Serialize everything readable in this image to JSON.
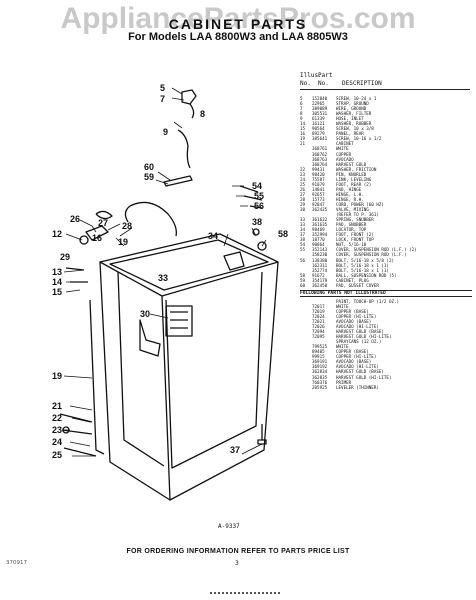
{
  "watermark": "AppliancePartsPros.com",
  "title": "CABINET PARTS",
  "subtitle": "For Models LAA 8800W3 and LAA 8805W3",
  "header": {
    "col_no_top": "Illus.",
    "col_part_top": "Part",
    "col_no": "No.",
    "col_part": "No.",
    "col_desc": "DESCRIPTION"
  },
  "parts": [
    {
      "n": "5",
      "p": "152840",
      "d": "SCREW, 10-24 x 1"
    },
    {
      "n": "6",
      "p": "22965",
      "d": "STRAP, GROUND"
    },
    {
      "n": "7",
      "p": "389089",
      "d": "WIRE, GROUND"
    },
    {
      "n": "8",
      "p": "305531",
      "d": "WASHER, FILTER"
    },
    {
      "n": "9",
      "p": "61339",
      "d": "HOSE, INLET"
    },
    {
      "n": "14",
      "p": "16121",
      "d": "WASHER, RUBBER"
    },
    {
      "n": "15",
      "p": "90564",
      "d": "SCREW, 10 x 3/8"
    },
    {
      "n": "16",
      "p": "89279",
      "d": "PANEL, REAR"
    },
    {
      "n": "19",
      "p": "385641",
      "d": "SCREW, 10-16 x 1/2"
    },
    {
      "n": "21",
      "p": "",
      "d": "CABINET"
    },
    {
      "n": "",
      "p": "368761",
      "d": "WHITE"
    },
    {
      "n": "",
      "p": "368762",
      "d": "COPPER"
    },
    {
      "n": "",
      "p": "368763",
      "d": "AVOCADO"
    },
    {
      "n": "",
      "p": "368764",
      "d": "HARVEST GOLD"
    },
    {
      "n": "22",
      "p": "99431",
      "d": "WASHER, FRICTION"
    },
    {
      "n": "23",
      "p": "98420",
      "d": "PIN, KNURLED"
    },
    {
      "n": "24",
      "p": "75587",
      "d": "LINK, LEVELING"
    },
    {
      "n": "25",
      "p": "91079",
      "d": "FOOT, REAR (2)"
    },
    {
      "n": "26",
      "p": "14841",
      "d": "PAD, HINGE"
    },
    {
      "n": "27",
      "p": "92657",
      "d": "HINGE, L.H."
    },
    {
      "n": "28",
      "p": "15773",
      "d": "HINGE, R.H."
    },
    {
      "n": "29",
      "p": "92847",
      "d": "CORD, POWER (60 HZ)"
    },
    {
      "n": "30",
      "p": "362435",
      "d": "VALVE, MIXING"
    },
    {
      "n": "",
      "p": "",
      "d": "(REFER TO P. 361)"
    },
    {
      "n": "33",
      "p": "361632",
      "d": "SPRING, SNUBBER"
    },
    {
      "n": "33",
      "p": "361635",
      "d": "PAD, SNUBBER"
    },
    {
      "n": "34",
      "p": "98469",
      "d": "LOCATOR, TOP"
    },
    {
      "n": "37",
      "p": "352994",
      "d": "FOOT, FRONT (2)"
    },
    {
      "n": "38",
      "p": "18770",
      "d": "LOCK, FRONT TOP"
    },
    {
      "n": "54",
      "p": "90864",
      "d": "NUT, 5/16-18"
    },
    {
      "n": "55",
      "p": "352143",
      "d": "COVER, SUSPENSION ROD (L.F.) (2)"
    },
    {
      "n": "",
      "p": "358230",
      "d": "COVER, SUSPENSION ROD (L.F.)"
    },
    {
      "n": "56",
      "p": "138380",
      "d": "BOLT, 5/16-18 x 5/8 (2)"
    },
    {
      "n": "",
      "p": "162311",
      "d": "BOLT, 5/16-18 x 1 (1)"
    },
    {
      "n": "",
      "p": "352774",
      "d": "BOLT, 5/16-18 x 1 (1)"
    },
    {
      "n": "58",
      "p": "91672",
      "d": "BALL, SUSPENSION ROD (5)"
    },
    {
      "n": "59",
      "p": "354179",
      "d": "CABINET, PLUG"
    },
    {
      "n": "60",
      "p": "362458",
      "d": "PAD, GUSSET COVER"
    }
  ],
  "section_title": "FOLLOWING PARTS NOT ILLUSTRATED",
  "accessories": [
    {
      "p": "",
      "d": "PAINT, TOUCH-UP (1/2 OZ.)"
    },
    {
      "p": "72017",
      "d": "WHITE"
    },
    {
      "p": "72019",
      "d": "COPPER (BASE)"
    },
    {
      "p": "72024",
      "d": "COPPER (HI-LITE)"
    },
    {
      "p": "72021",
      "d": "AVOCADO (BASE)"
    },
    {
      "p": "72026",
      "d": "AVOCADO (HI-LITE)"
    },
    {
      "p": "72094",
      "d": "HARVEST GOLD (BASE)"
    },
    {
      "p": "72095",
      "d": "HARVEST GOLD (HI-LITE)"
    },
    {
      "p": "",
      "d": "SPRAYCANS (12 OZ.)"
    },
    {
      "p": "799525",
      "d": "WHITE"
    },
    {
      "p": "89405",
      "d": "COPPER (BASE)"
    },
    {
      "p": "99915",
      "d": "COPPER (HI-LITE)"
    },
    {
      "p": "369191",
      "d": "AVOCADO (BASE)"
    },
    {
      "p": "369192",
      "d": "AVOCADO (HI-LITE)"
    },
    {
      "p": "362834",
      "d": "HARVEST GOLD (BASE)"
    },
    {
      "p": "362835",
      "d": "HARVEST GOLD (HI-LITE)"
    },
    {
      "p": "760376",
      "d": "PRIMER"
    },
    {
      "p": "205925",
      "d": "LEVELER (THINNER)"
    }
  ],
  "callouts": {
    "c5": "5",
    "c7": "7",
    "c8": "8",
    "c9": "9",
    "c60": "60",
    "c59": "59",
    "c54": "54",
    "c55": "55",
    "c56": "56",
    "c12": "12",
    "c26": "26",
    "c27": "27",
    "c28": "28",
    "c16": "16",
    "c19a": "19",
    "c29": "29",
    "c13": "13",
    "c14": "14",
    "c15": "15",
    "c34": "34",
    "c38": "38",
    "c58": "58",
    "c33": "33",
    "c30": "30",
    "c19b": "19",
    "c21": "21",
    "c22": "22",
    "c23": "23",
    "c24": "24",
    "c25": "25",
    "c37": "37"
  },
  "figure_code": "A-9337",
  "footer": "FOR ORDERING INFORMATION REFER TO PARTS PRICE LIST",
  "page_number": "3",
  "doc_code": "370917"
}
